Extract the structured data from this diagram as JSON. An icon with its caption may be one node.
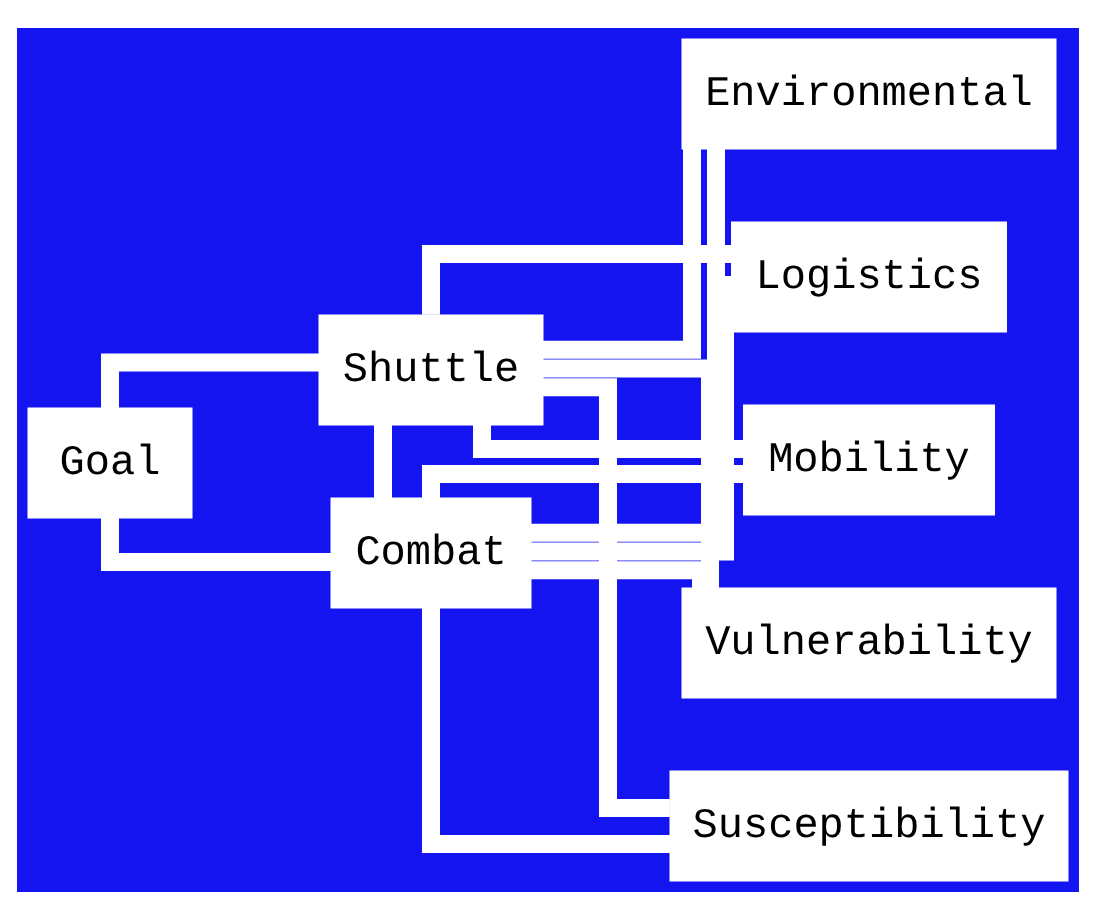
{
  "diagram": {
    "nodes": [
      {
        "text": [
          "Goal"
        ]
      },
      {
        "text": [
          "Shuttle"
        ]
      },
      {
        "text": [
          "Combat"
        ]
      },
      {
        "text": [
          "Logistics"
        ]
      },
      {
        "text": [
          "Mobility"
        ]
      },
      {
        "text": [
          "Vulnerability"
        ]
      },
      {
        "text": [
          "Susceptibility"
        ]
      },
      {
        "text": [
          "Environmental"
        ]
      }
    ],
    "edges": [
      {
        "from": 0,
        "to": 1,
        "arrow": "none"
      },
      {
        "from": 0,
        "to": 2,
        "arrow": "none"
      },
      {
        "from": 1,
        "to": 2,
        "arrow": "none"
      },
      {
        "from": 1,
        "to": 3,
        "arrow": "none"
      },
      {
        "from": 1,
        "to": 4,
        "arrow": "none"
      },
      {
        "from": 1,
        "to": 5,
        "arrow": "none"
      },
      {
        "from": 1,
        "to": 6,
        "arrow": "none"
      },
      {
        "from": 1,
        "to": 7,
        "arrow": "none"
      },
      {
        "from": 2,
        "to": 3,
        "arrow": "none"
      },
      {
        "from": 2,
        "to": 4,
        "arrow": "none"
      },
      {
        "from": 2,
        "to": 5,
        "arrow": "none"
      },
      {
        "from": 2,
        "to": 6,
        "arrow": "none"
      },
      {
        "from": 2,
        "to": 7,
        "arrow": "none"
      }
    ]
  }
}
